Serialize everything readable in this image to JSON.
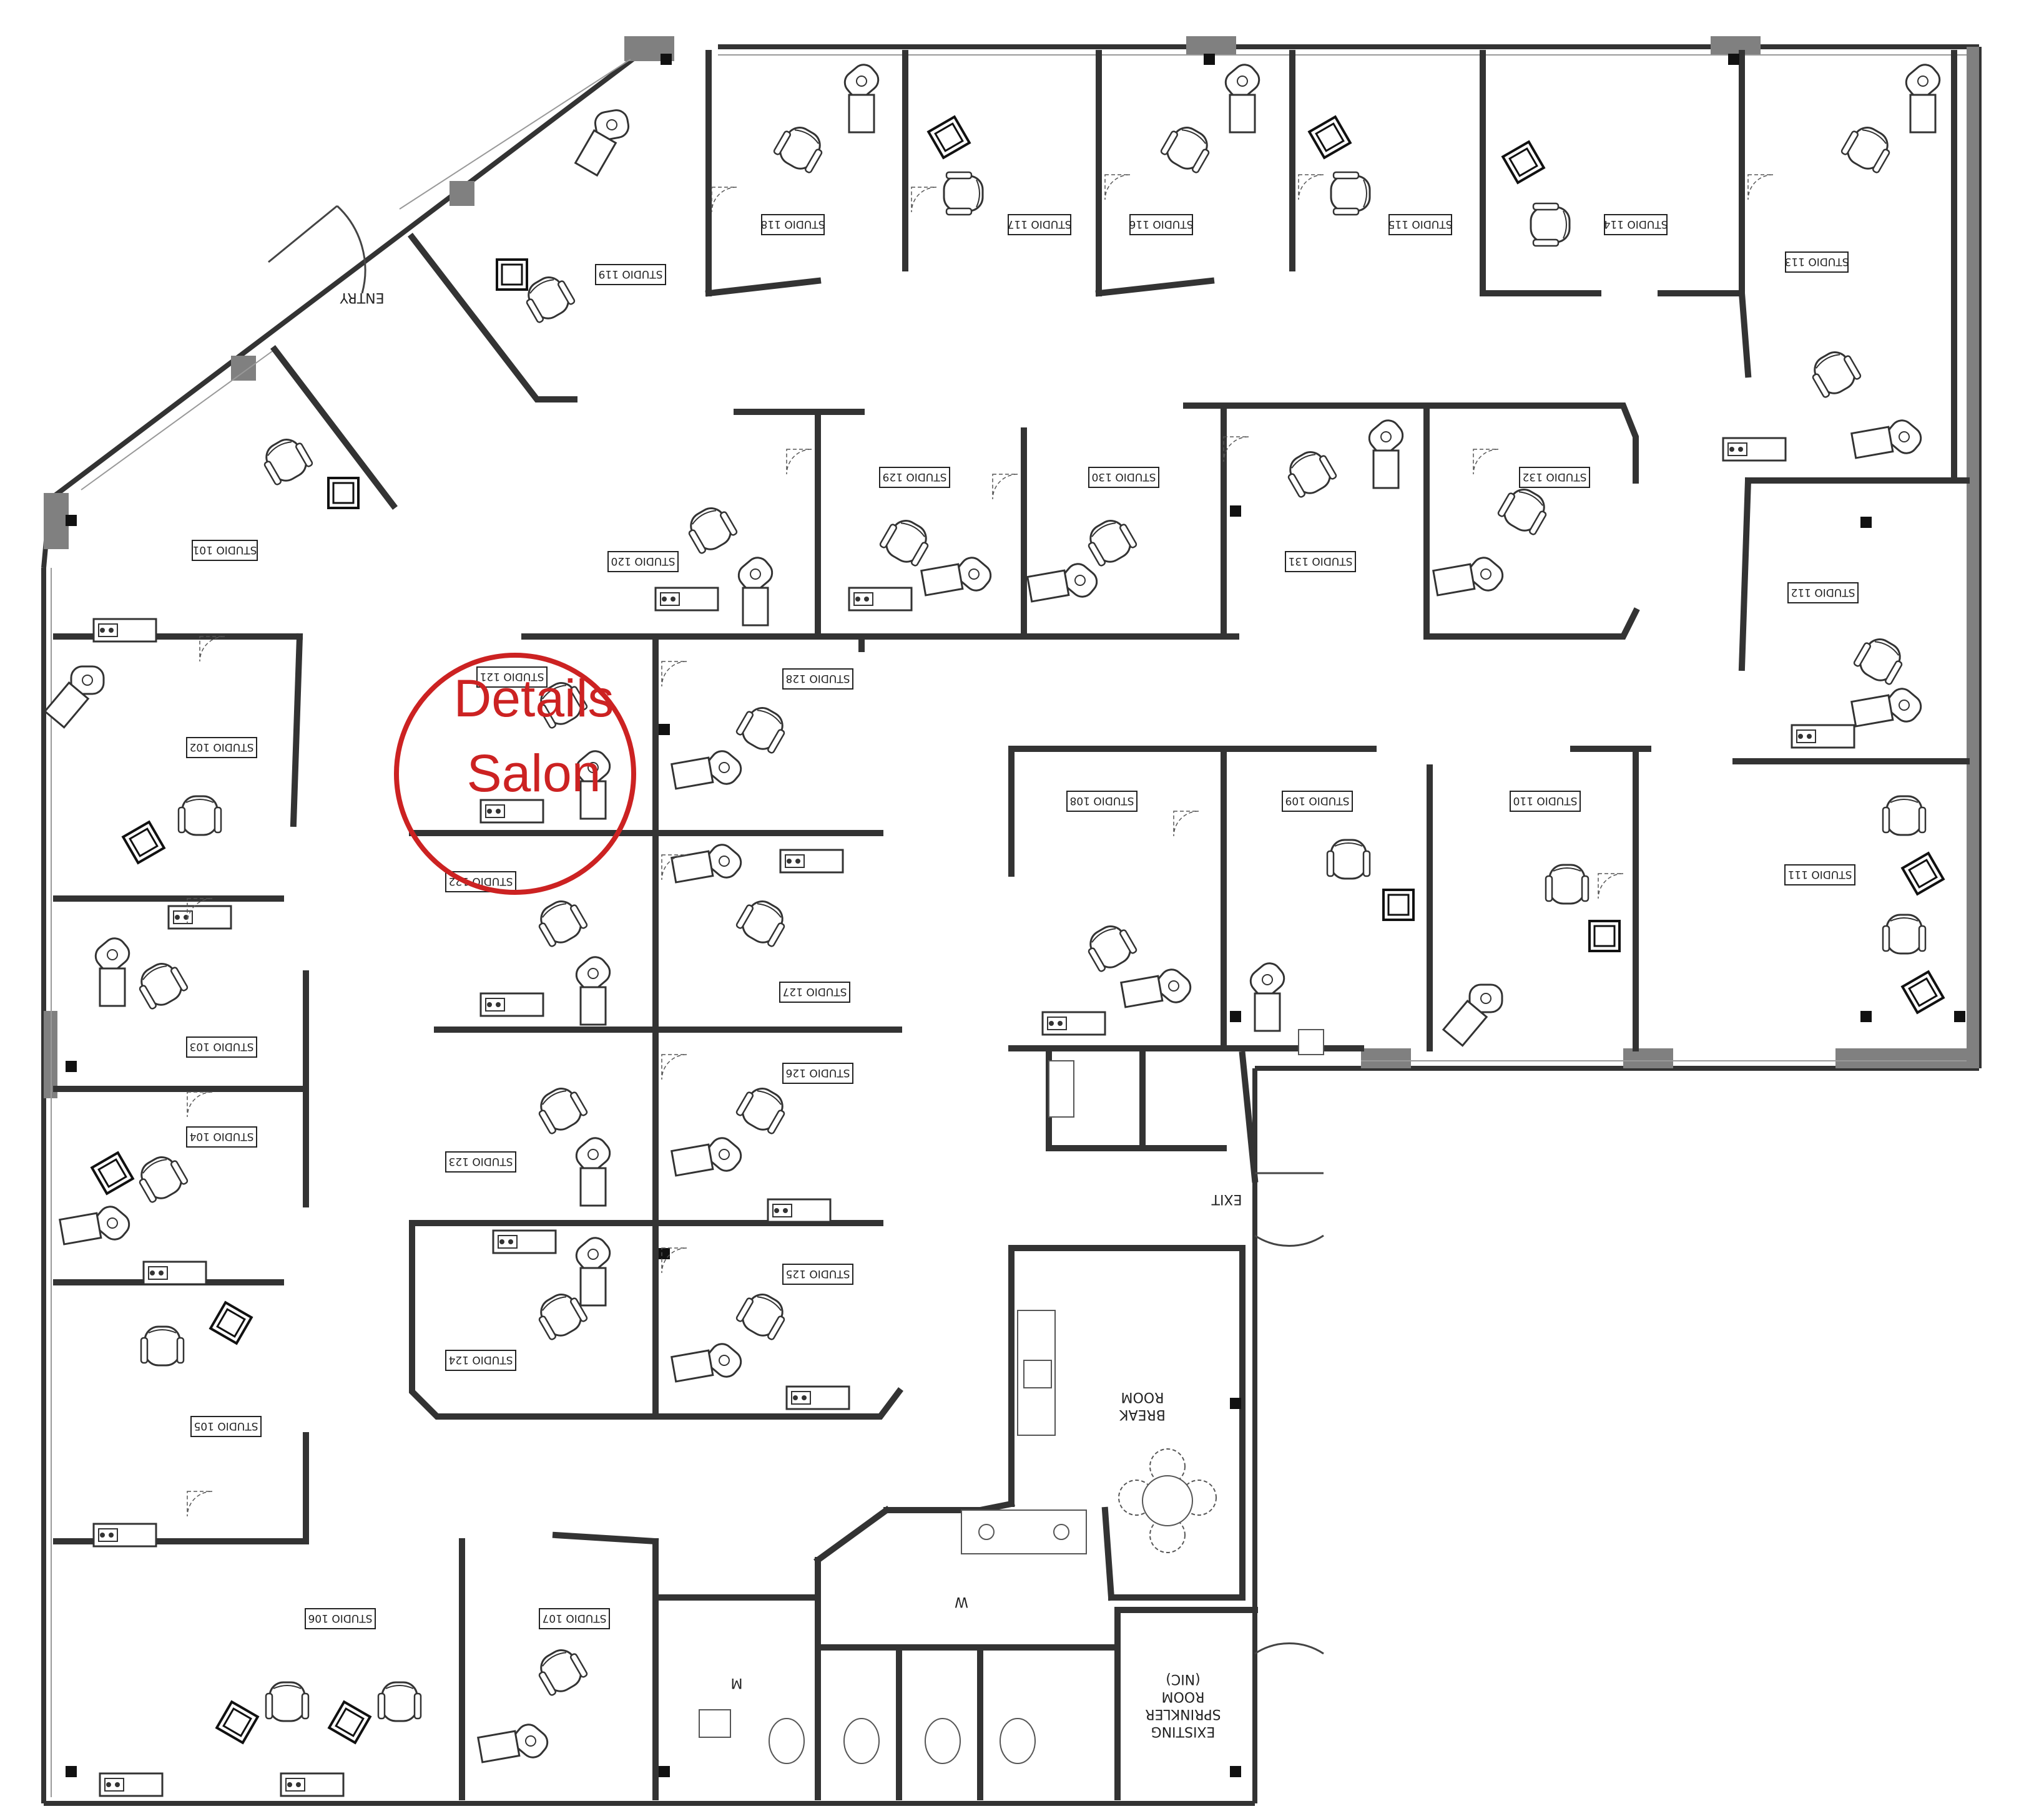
{
  "rooms": {
    "studio_101": "STUDIO 101",
    "studio_102": "STUDIO 102",
    "studio_103": "STUDIO 103",
    "studio_104": "STUDIO 104",
    "studio_105": "STUDIO 105",
    "studio_106": "STUDIO 106",
    "studio_107": "STUDIO 107",
    "studio_108": "STUDIO 108",
    "studio_109": "STUDIO 109",
    "studio_110": "STUDIO 110",
    "studio_111": "STUDIO 111",
    "studio_112": "STUDIO 112",
    "studio_113": "STUDIO 113",
    "studio_114": "STUDIO 114",
    "studio_115": "STUDIO 115",
    "studio_116": "STUDIO 116",
    "studio_117": "STUDIO 117",
    "studio_118": "STUDIO 118",
    "studio_119": "STUDIO 119",
    "studio_120": "STUDIO 120",
    "studio_121": "STUDIO 121",
    "studio_122": "STUDIO 122",
    "studio_123": "STUDIO 123",
    "studio_124": "STUDIO 124",
    "studio_125": "STUDIO 125",
    "studio_126": "STUDIO 126",
    "studio_127": "STUDIO 127",
    "studio_128": "STUDIO 128",
    "studio_129": "STUDIO 129",
    "studio_130": "STUDIO 130",
    "studio_131": "STUDIO 131",
    "studio_132": "STUDIO 132"
  },
  "labels": {
    "entry": "ENTRY",
    "exit": "EXIT",
    "break_room_line1": "BREAK",
    "break_room_line2": "ROOM",
    "mens_restroom": "M",
    "womens_restroom": "W",
    "sprinkler_line1": "EXISTING",
    "sprinkler_line2": "SPRINKLER",
    "sprinkler_line3": "ROOM",
    "sprinkler_line4": "(NIC)"
  },
  "highlight": {
    "line1": "Details",
    "line2": "Salon",
    "color": "#cc2222"
  },
  "colors": {
    "wall": "#333333",
    "wall_fill": "#ffffff",
    "column": "#111111",
    "exterior_wall": "#808080"
  }
}
